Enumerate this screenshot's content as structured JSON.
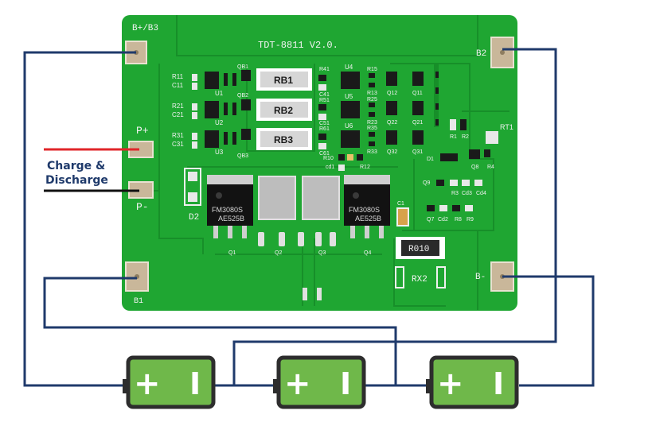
{
  "board": {
    "title": "TDT-8811  V2.0.",
    "pads": {
      "b_plus_b3": "B+/B3",
      "b2": "B2",
      "p_plus": "P+",
      "p_minus": "P-",
      "b1": "B1",
      "b_minus": "B-"
    },
    "balance_resistors": [
      "RB1",
      "RB2",
      "RB3"
    ],
    "current_sense": "R010",
    "rx2": "RX2",
    "mosfet_marking": [
      "FM3080S",
      "AE525B"
    ],
    "silk_small": {
      "r11": "R11",
      "c11": "C11",
      "u1": "U1",
      "qb1": "QB1",
      "qb2": "QB2",
      "r21": "R21",
      "c21": "C21",
      "u2": "U2",
      "r31": "R31",
      "c31": "C31",
      "u3": "U3",
      "qb3": "QB3",
      "r41": "R41",
      "c41": "C41",
      "r51": "R51",
      "c51": "C51",
      "r61": "R61",
      "c61": "C61",
      "u4": "U4",
      "u5": "U5",
      "u6": "U6",
      "r15": "R15",
      "r13": "R13",
      "r25": "R25",
      "r23": "R23",
      "r35": "R35",
      "r33": "R33",
      "q12": "Q12",
      "q11": "Q11",
      "q22": "Q22",
      "q21": "Q21",
      "q32": "Q32",
      "q31": "Q31",
      "r10": "R10",
      "cd1": "cd1",
      "r12": "R12",
      "d1": "D1",
      "r1": "R1",
      "r2": "R2",
      "rt1": "RT1",
      "q8": "Q8",
      "r4": "R4",
      "q9": "Q9",
      "r3": "R3",
      "cd3": "Cd3",
      "cd4": "Cd4",
      "c1": "C1",
      "q7": "Q7",
      "cd2": "Cd2",
      "r8": "R8",
      "r9": "R9",
      "d2": "D2",
      "q1": "Q1",
      "q2": "Q2",
      "q3": "Q3",
      "q4": "Q4"
    }
  },
  "legend": {
    "line1": "Charge &",
    "line2": "Discharge"
  },
  "batteries": {
    "count": 3,
    "plus_symbol": "+",
    "minus_symbol": "I"
  },
  "colors": {
    "pcb": "#1fa632",
    "pcb_dark": "#168a27",
    "pad": "#c9b79a",
    "wire": "#1f3a6b",
    "charge_red": "#e0262a",
    "battery_fill": "#6fb84a",
    "battery_stroke": "#2d2d2d"
  }
}
